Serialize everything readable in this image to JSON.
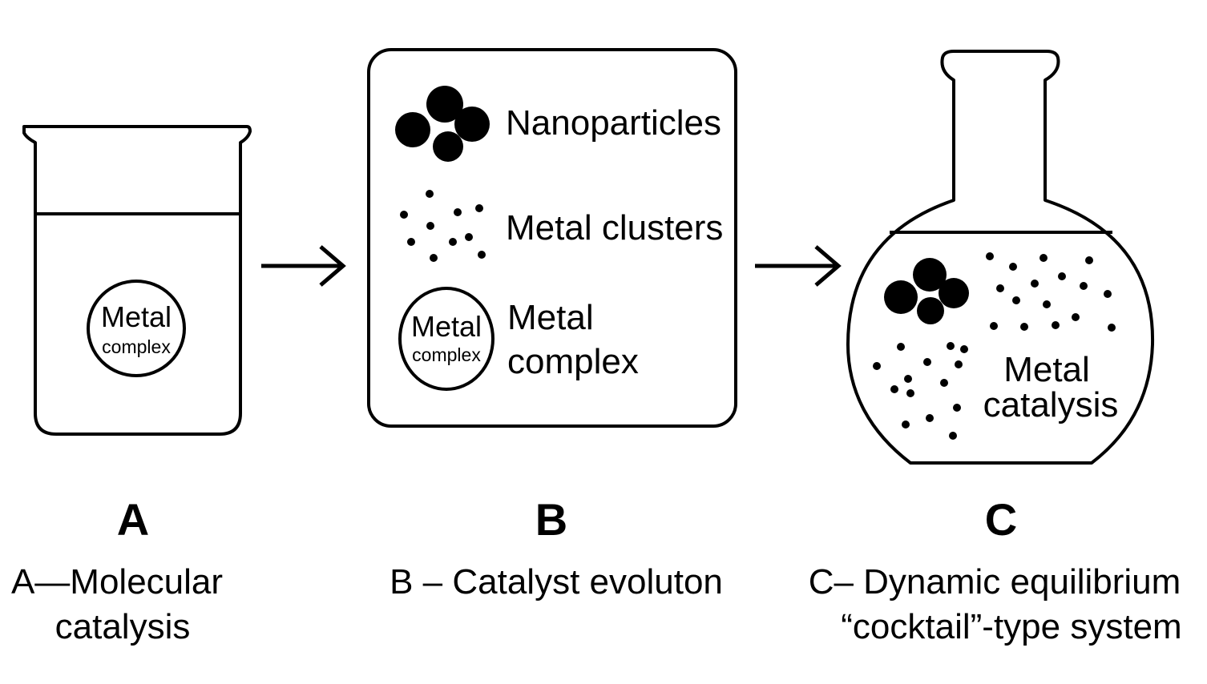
{
  "panels": {
    "a": {
      "letter": "A",
      "caption_line1": "A—Molecular",
      "caption_line2": "catalysis",
      "circle_line1": "Metal",
      "circle_line2": "complex"
    },
    "b": {
      "letter": "B",
      "caption": "B – Catalyst evoluton",
      "legend_nanoparticles": "Nanoparticles",
      "legend_clusters": "Metal clusters",
      "legend_complex_line1": "Metal",
      "legend_complex_line2": "complex",
      "circle_line1": "Metal",
      "circle_line2": "complex"
    },
    "c": {
      "letter": "C",
      "caption_line1": "C– Dynamic equilibrium",
      "caption_line2": "“cocktail”-type system",
      "label_line1": "Metal",
      "label_line2": "catalysis"
    }
  },
  "arrows": [
    "arrow-right-icon",
    "arrow-right-icon"
  ],
  "colors": {
    "ink": "#000000",
    "background": "#ffffff"
  }
}
